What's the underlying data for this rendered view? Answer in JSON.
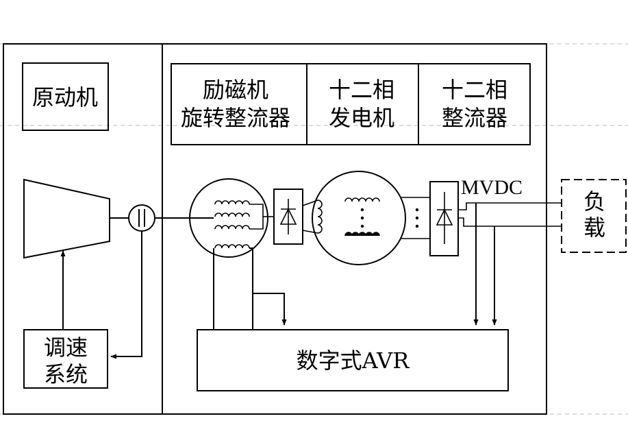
{
  "labels": {
    "prime_mover": "原动机",
    "exciter_line1": "励磁机",
    "exciter_line2": "旋转整流器",
    "generator_line1": "十二相",
    "generator_line2": "发电机",
    "rectifier_line1": "十二相",
    "rectifier_line2": "整流器",
    "governor_line1": "调速",
    "governor_line2": "系统",
    "avr": "数字式AVR",
    "mvdc": "MVDC",
    "load_line1": "负",
    "load_line2": "载"
  }
}
